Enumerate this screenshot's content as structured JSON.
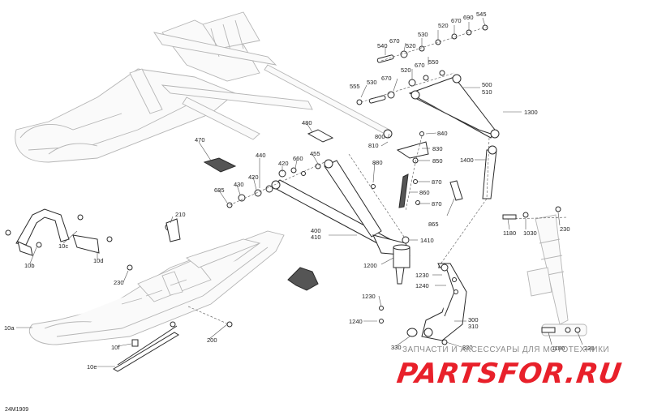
{
  "diagram_code": "24M1909",
  "watermark": {
    "top_text": "ЗАПЧАСТИ И АКСЕССУАРЫ ДЛЯ МОТОТЕХНИКИ",
    "logo_text": "PARTSFOR.RU",
    "logo_color": "#e8202a",
    "top_color": "#8c8c8c"
  },
  "labels": {
    "l545": "545",
    "l690": "690",
    "l670a": "670",
    "l520a": "520",
    "l530a": "530",
    "l670b": "670",
    "l540": "540",
    "l520b": "520",
    "l550": "550",
    "l670c": "670",
    "l520c": "520",
    "l555": "555",
    "l530b": "530",
    "l670d": "670",
    "l500": "500",
    "l510": "510",
    "l1300": "1300",
    "l800": "800",
    "l810": "810",
    "l840": "840",
    "l830": "830",
    "l850": "850",
    "l1400": "1400",
    "l480": "480",
    "l470": "470",
    "l440": "440",
    "l420a": "420",
    "l660": "660",
    "l455": "455",
    "l880": "880",
    "l870a": "870",
    "l860": "860",
    "l870b": "870",
    "l865": "865",
    "l420b": "420",
    "l430": "430",
    "l685": "685",
    "l210": "210",
    "l1180a": "1180",
    "l1030": "1030",
    "l230a": "230",
    "l400": "400",
    "l410": "410",
    "l1410": "1410",
    "l1200": "1200",
    "l1230a": "1230",
    "l1240a": "1240",
    "l230b": "230",
    "l10b": "10b",
    "l10c": "10c",
    "l10d": "10d",
    "l1230b": "1230",
    "l1240b": "1240",
    "l300": "300",
    "l310": "310",
    "l10a": "10a",
    "l200": "200",
    "l10f": "10f",
    "l330": "330",
    "l320": "320",
    "l10e": "10e",
    "l1180b": "1180",
    "l230c": "230"
  }
}
